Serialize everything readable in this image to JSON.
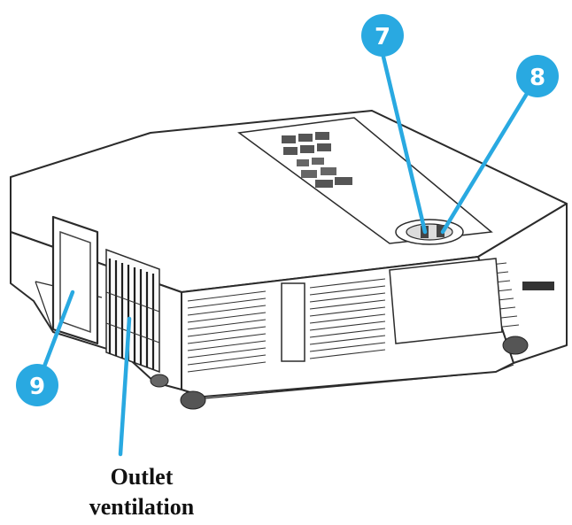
{
  "callouts": {
    "c7": {
      "number": "7"
    },
    "c8": {
      "number": "8"
    },
    "c9": {
      "number": "9"
    }
  },
  "caption": {
    "line1": "Outlet",
    "line2": "ventilation"
  },
  "colors": {
    "callout": "#29a9e1",
    "outline": "#2b2b2b",
    "caption": "#111111"
  }
}
